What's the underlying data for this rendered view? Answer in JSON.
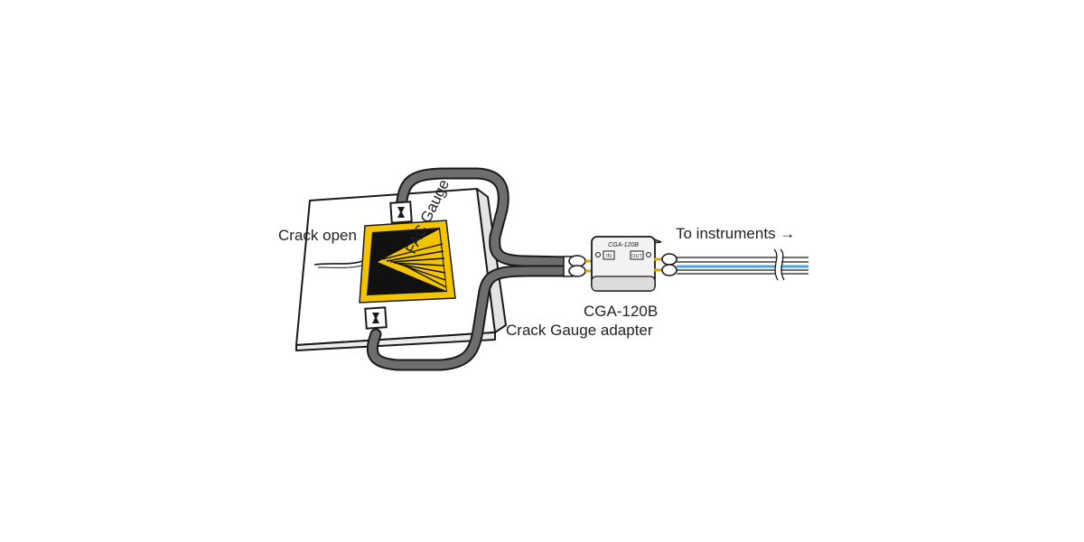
{
  "labels": {
    "crack_open": "Crack open",
    "fac_gauge": "FAC Gauge",
    "adapter_model": "CGA-120B",
    "adapter_desc": "Crack Gauge adapter",
    "to_instruments": "To instruments →",
    "box_title": "CGA-120B",
    "port_in": "IN",
    "port_out": "OUT"
  },
  "colors": {
    "cable": "#6e6e6e",
    "outline": "#1a1a1a",
    "gauge_foil": "#f2c500",
    "wire_blue": "#4fa3dc"
  }
}
